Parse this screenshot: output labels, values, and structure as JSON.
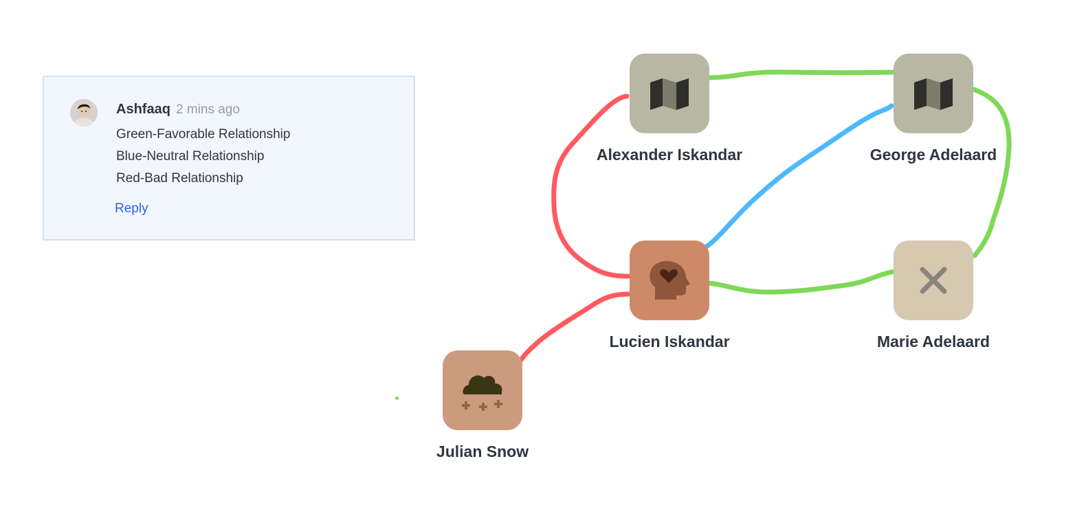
{
  "comment": {
    "author": "Ashfaaq",
    "time": "2 mins ago",
    "lines": [
      "Green-Favorable Relationship",
      "Blue-Neutral Relationship",
      "Red-Bad Relationship"
    ],
    "reply_label": "Reply"
  },
  "nodes": [
    {
      "id": "alexander",
      "label": "Alexander Iskandar",
      "icon": "map-icon",
      "color": "#b8b7a3"
    },
    {
      "id": "george",
      "label": "George Adelaard",
      "icon": "map-icon",
      "color": "#b8b7a3"
    },
    {
      "id": "lucien",
      "label": "Lucien Iskandar",
      "icon": "head-heart-icon",
      "color": "#cd8a68"
    },
    {
      "id": "marie",
      "label": "Marie Adelaard",
      "icon": "close-icon",
      "color": "#d6c9af"
    },
    {
      "id": "julian",
      "label": "Julian Snow",
      "icon": "snow-cloud-icon",
      "color": "#cc9a7e"
    }
  ],
  "relationships": [
    {
      "from": "Alexander Iskandar",
      "to": "George Adelaard",
      "type": "favorable",
      "color": "#7ed957"
    },
    {
      "from": "George Adelaard",
      "to": "Marie Adelaard",
      "type": "favorable",
      "color": "#7ed957"
    },
    {
      "from": "Lucien Iskandar",
      "to": "Marie Adelaard",
      "type": "favorable",
      "color": "#7ed957"
    },
    {
      "from": "Lucien Iskandar",
      "to": "George Adelaard",
      "type": "neutral",
      "color": "#4db8ff"
    },
    {
      "from": "Alexander Iskandar",
      "to": "Lucien Iskandar",
      "type": "bad",
      "color": "#ff5a5f"
    },
    {
      "from": "Lucien Iskandar",
      "to": "Julian Snow",
      "type": "bad",
      "color": "#ff5a5f"
    }
  ]
}
